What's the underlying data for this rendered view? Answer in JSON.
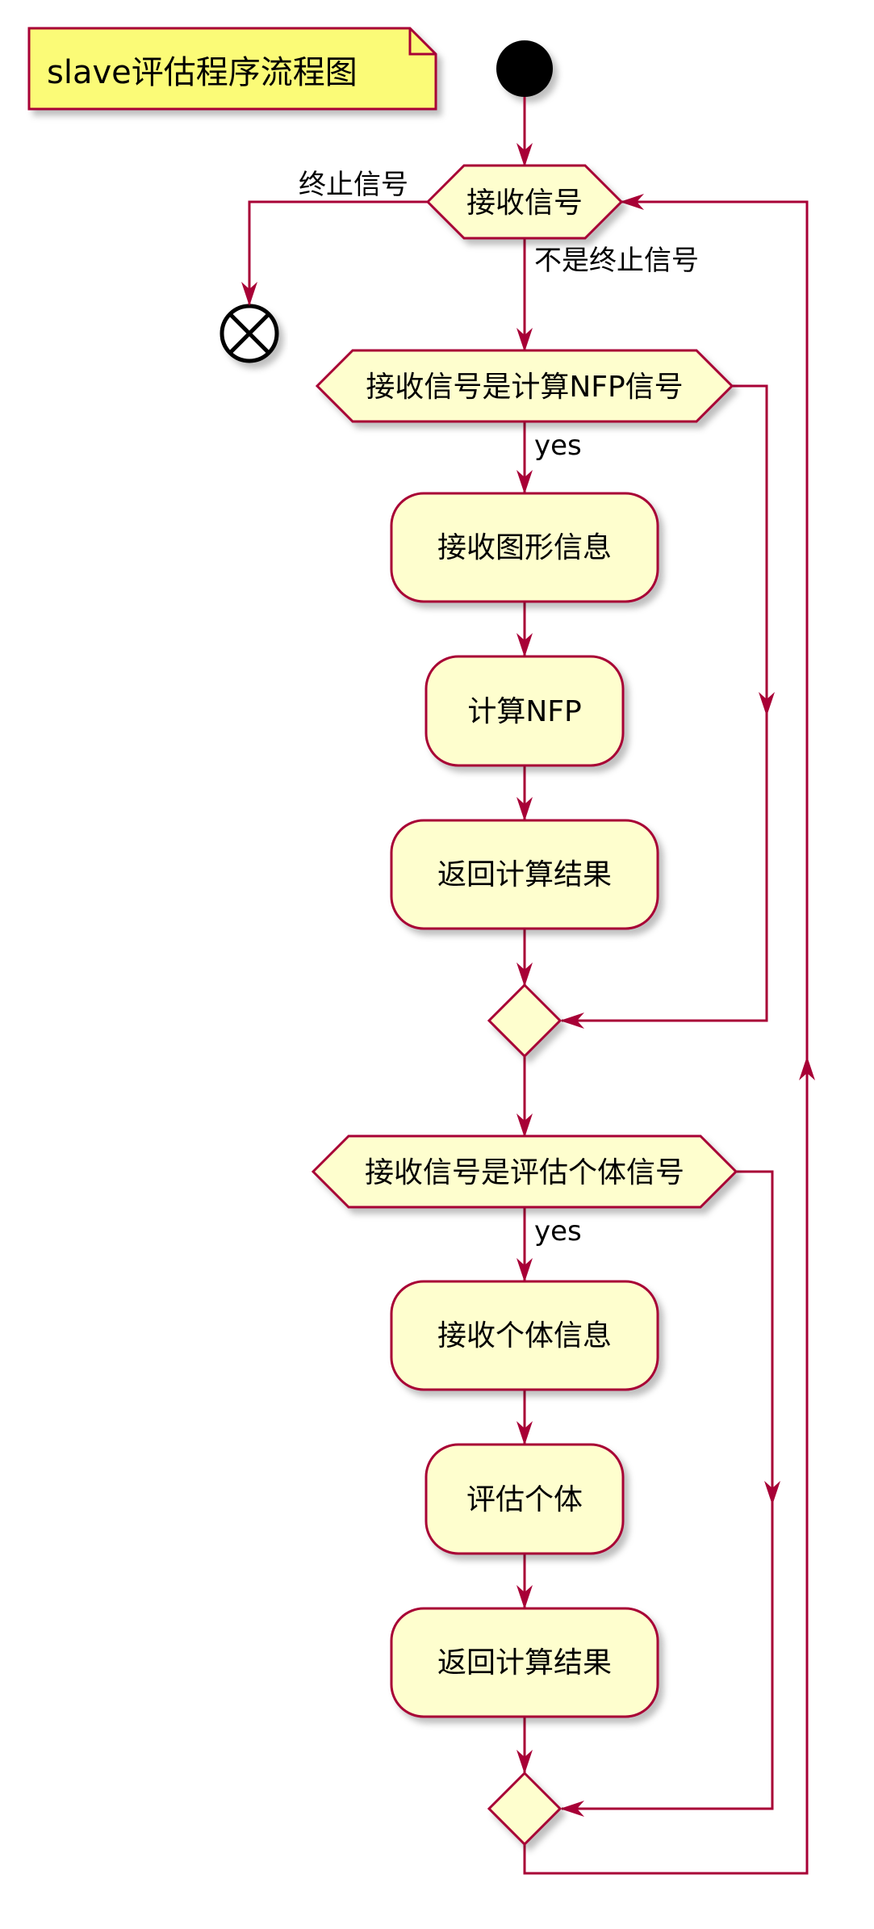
{
  "note": {
    "text": "slave评估程序流程图"
  },
  "decisions": {
    "receive": "接收信号",
    "is_nfp": "接收信号是计算NFP信号",
    "is_eval": "接收信号是评估个体信号"
  },
  "activities": {
    "recv_shape": "接收图形信息",
    "calc_nfp": "计算NFP",
    "return_nfp": "返回计算结果",
    "recv_individual": "接收个体信息",
    "eval_individual": "评估个体",
    "return_eval": "返回计算结果"
  },
  "edge_labels": {
    "terminate": "终止信号",
    "not_terminate": "不是终止信号",
    "yes_nfp": "yes",
    "yes_eval": "yes"
  },
  "colors": {
    "stroke": "#A80036",
    "fill": "#FEFECE",
    "note_fill": "#FBFB77",
    "start": "#000000"
  }
}
